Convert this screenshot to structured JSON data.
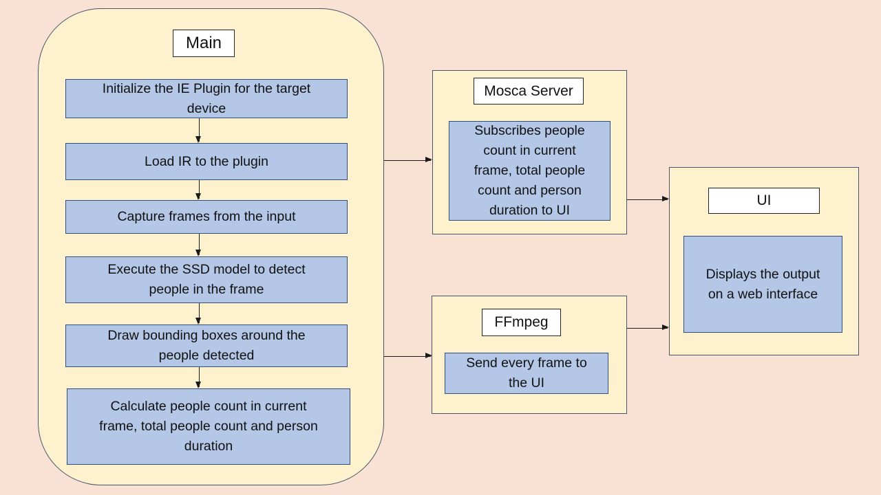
{
  "colors": {
    "page_background": "#f9e2d3",
    "panel_fill": "#fdf2cd",
    "panel_border": "#44546a",
    "node_fill": "#b4c7e7",
    "node_border": "#2e4d79",
    "title_fill": "#ffffff",
    "title_border": "#222222",
    "arrow": "#1a1a1a"
  },
  "main": {
    "title": "Main",
    "steps": [
      "Initialize the IE Plugin for the target\ndevice",
      "Load IR to the plugin",
      "Capture frames from the input",
      "Execute the SSD model to detect\npeople in the frame",
      "Draw bounding boxes around the\npeople detected",
      "Calculate people count in current\nframe, total people count and person\nduration"
    ]
  },
  "mosca": {
    "title": "Mosca Server",
    "body": "Subscribes people\ncount in current\nframe, total people\ncount and person\nduration to UI"
  },
  "ffmpeg": {
    "title": "FFmpeg",
    "body": "Send every frame to\nthe UI"
  },
  "ui": {
    "title": "UI",
    "body": "Displays the output\non a web interface"
  }
}
